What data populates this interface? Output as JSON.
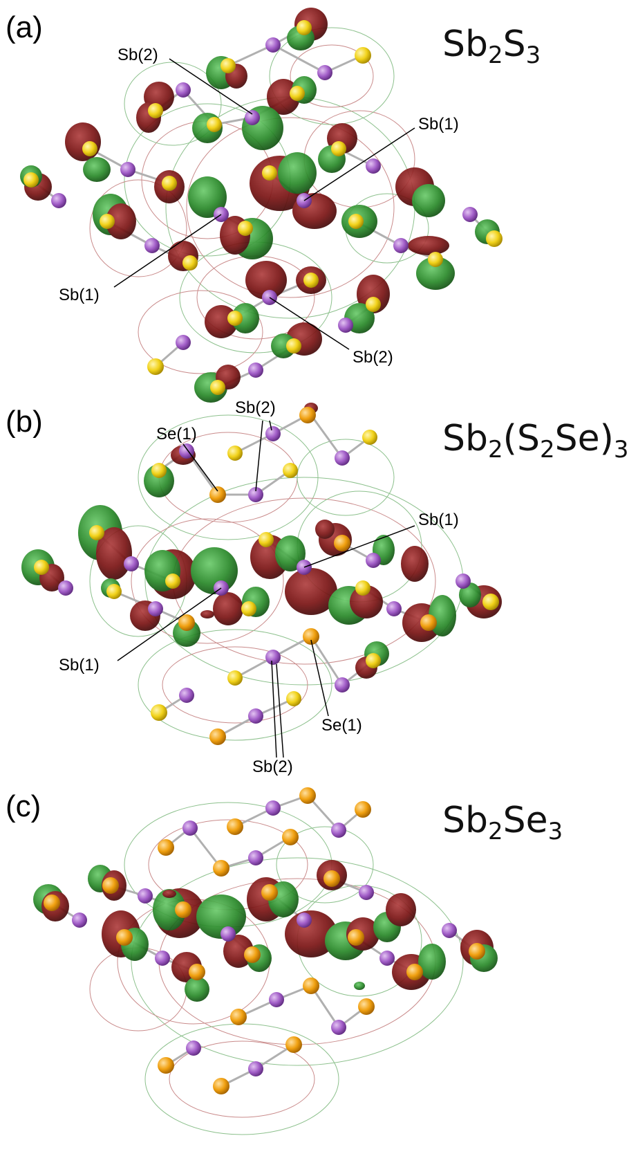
{
  "panels": [
    {
      "id": "a",
      "label": "(a)",
      "formula": {
        "pre": "Sb",
        "s1": "2",
        "mid": "S",
        "s2": "3",
        "close": "",
        "s3": ""
      },
      "labels": [
        "Sb(2)",
        "Sb(1)",
        "Sb(1)",
        "Sb(2)"
      ]
    },
    {
      "id": "b",
      "label": "(b)",
      "formula": {
        "pre": "Sb",
        "s1": "2",
        "mid": "(S",
        "s2": "2",
        "close": "Se)",
        "s3": "3"
      },
      "labels": [
        "Se(1)",
        "Sb(2)",
        "Sb(1)",
        "Sb(1)",
        "Se(1)",
        "Sb(2)"
      ]
    },
    {
      "id": "c",
      "label": "(c)",
      "formula": {
        "pre": "Sb",
        "s1": "2",
        "mid": "Se",
        "s2": "3",
        "close": "",
        "s3": ""
      }
    }
  ],
  "colors": {
    "sb_atom": "#a25ec8",
    "s_atom": "#f1d21a",
    "se_atom": "#f0a010",
    "lobe_positive": "#7a1414",
    "lobe_negative": "#2a8a2a",
    "contour_red": "#c98a8a",
    "contour_green": "#8cc08c",
    "bond": "#b0b0b0"
  }
}
